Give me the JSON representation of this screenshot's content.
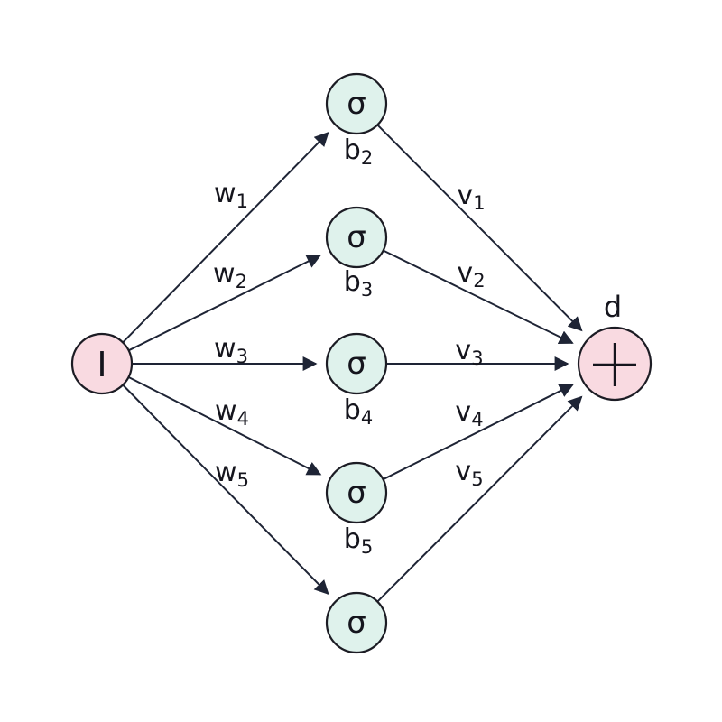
{
  "diagram": {
    "type": "neural-network-diagram",
    "input_node": {
      "label": "I"
    },
    "hidden_nodes": [
      {
        "label": "σ",
        "bias_base": "b",
        "bias_sub": "2"
      },
      {
        "label": "σ",
        "bias_base": "b",
        "bias_sub": "3"
      },
      {
        "label": "σ",
        "bias_base": "b",
        "bias_sub": "4"
      },
      {
        "label": "σ",
        "bias_base": "b",
        "bias_sub": "5"
      },
      {
        "label": "σ"
      }
    ],
    "output_node": {
      "label": "d",
      "symbol": "+"
    },
    "input_weights": [
      {
        "base": "w",
        "sub": "1"
      },
      {
        "base": "w",
        "sub": "2"
      },
      {
        "base": "w",
        "sub": "3"
      },
      {
        "base": "w",
        "sub": "4"
      },
      {
        "base": "w",
        "sub": "5"
      }
    ],
    "output_weights": [
      {
        "base": "v",
        "sub": "1"
      },
      {
        "base": "v",
        "sub": "2"
      },
      {
        "base": "v",
        "sub": "3"
      },
      {
        "base": "v",
        "sub": "4"
      },
      {
        "base": "v",
        "sub": "5"
      }
    ],
    "colors": {
      "background": "#ffffff",
      "input_fill": "#f9dae1",
      "hidden_fill": "#dff2ec",
      "output_fill": "#f9dae1",
      "node_stroke": "#1c1c24",
      "edge": "#1e2435",
      "text": "#15151d"
    }
  }
}
